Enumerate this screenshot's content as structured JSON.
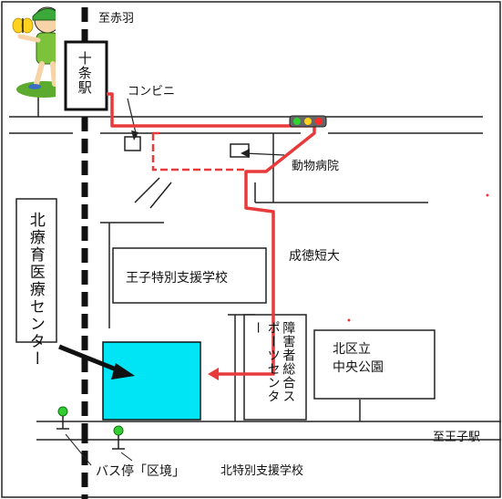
{
  "labels": {
    "to_akabane": "至赤羽",
    "jujo_station": "十条駅",
    "convenience_store": "コンビニ",
    "animal_hospital": "動物病院",
    "seitoku_college": "成徳短大",
    "oji_school": "王子特別支援学校",
    "hokuryo_center": "北療育医療センター",
    "sports_center": "障害者総合スポーツセンター",
    "chuo_park_line1": "北区立",
    "chuo_park_line2": "中央公園",
    "to_oji_station": "至王子駅",
    "bus_stop": "バス停「区境」",
    "kita_school": "北特別支援学校"
  },
  "colors": {
    "route": "#e83a3a",
    "target_building": "#00e5f5",
    "rail": "#111111",
    "road": "#222222",
    "signal_red": "#ff2a2a",
    "signal_yellow": "#ffd21f",
    "signal_green": "#2fd52f",
    "bus_stop_pin": "#33cc33"
  },
  "icons": [
    "traffic-signal-icon",
    "bus-stop-icon",
    "direction-arrow-icon",
    "child-with-butterfly-illustration"
  ]
}
